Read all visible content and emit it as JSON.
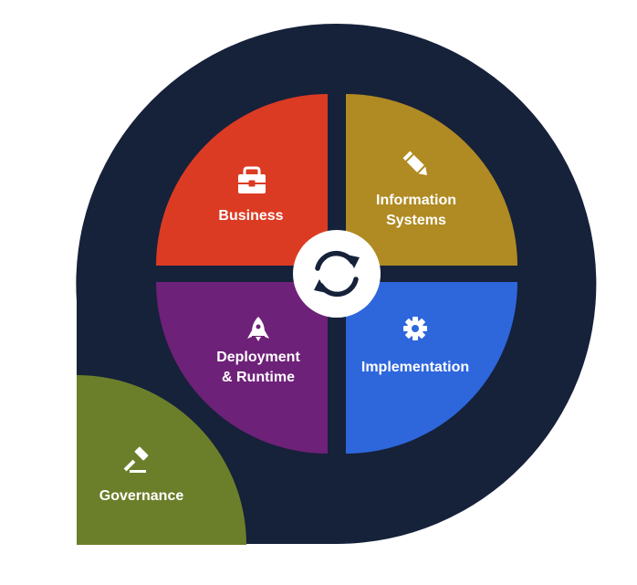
{
  "colors": {
    "background": "#ffffff",
    "navy": "#16213a",
    "business": "#dc3b23",
    "information_systems": "#b08a22",
    "deployment": "#6e2178",
    "implementation": "#2e67dc",
    "governance": "#6b7f2b",
    "label": "#ffffff",
    "center_icon": "#16213a"
  },
  "quadrants": {
    "business": {
      "line1": "Business",
      "icon": "briefcase-icon"
    },
    "information_systems": {
      "line1": "Information",
      "line2": "Systems",
      "icon": "pencil-icon"
    },
    "deployment": {
      "line1": "Deployment",
      "line2": "& Runtime",
      "icon": "rocket-icon"
    },
    "implementation": {
      "line1": "Implementation",
      "icon": "gear-icon"
    }
  },
  "governance": {
    "label": "Governance",
    "icon": "gavel-icon"
  },
  "center": {
    "icon": "sync-icon"
  }
}
